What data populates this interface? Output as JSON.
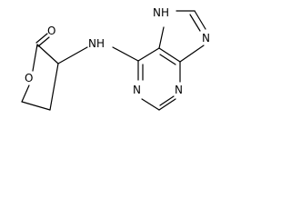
{
  "molecule": {
    "atoms": {
      "carbonyl_oxygen": "O",
      "ring_oxygen": "O",
      "amine": "NH",
      "imidazole_nh": "NH",
      "imidazole_n": "N",
      "pyrimidine_n_left": "N",
      "pyrimidine_n_right": "N"
    }
  },
  "colors": {
    "bond": "#000000",
    "label": "#000000",
    "background": "#ffffff"
  }
}
